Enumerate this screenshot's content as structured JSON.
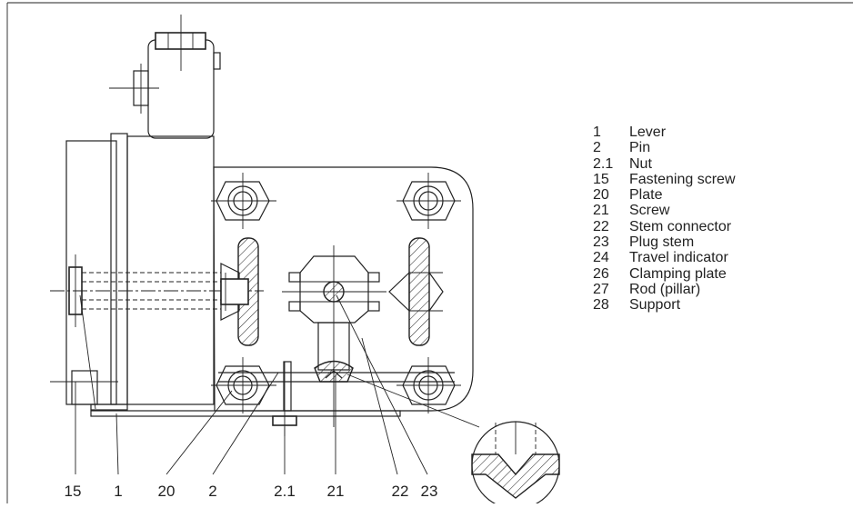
{
  "legend": [
    {
      "num": "1",
      "label": "Lever"
    },
    {
      "num": "2",
      "label": "Pin"
    },
    {
      "num": "2.1",
      "label": "Nut"
    },
    {
      "num": "15",
      "label": "Fastening screw"
    },
    {
      "num": "20",
      "label": "Plate"
    },
    {
      "num": "21",
      "label": "Screw"
    },
    {
      "num": "22",
      "label": "Stem connector"
    },
    {
      "num": "23",
      "label": "Plug stem"
    },
    {
      "num": "24",
      "label": "Travel indicator"
    },
    {
      "num": "26",
      "label": "Clamping plate"
    },
    {
      "num": "27",
      "label": "Rod (pillar)"
    },
    {
      "num": "28",
      "label": "Support"
    }
  ],
  "callouts": [
    "15",
    "1",
    "20",
    "2",
    "2.1",
    "21",
    "22",
    "23"
  ]
}
